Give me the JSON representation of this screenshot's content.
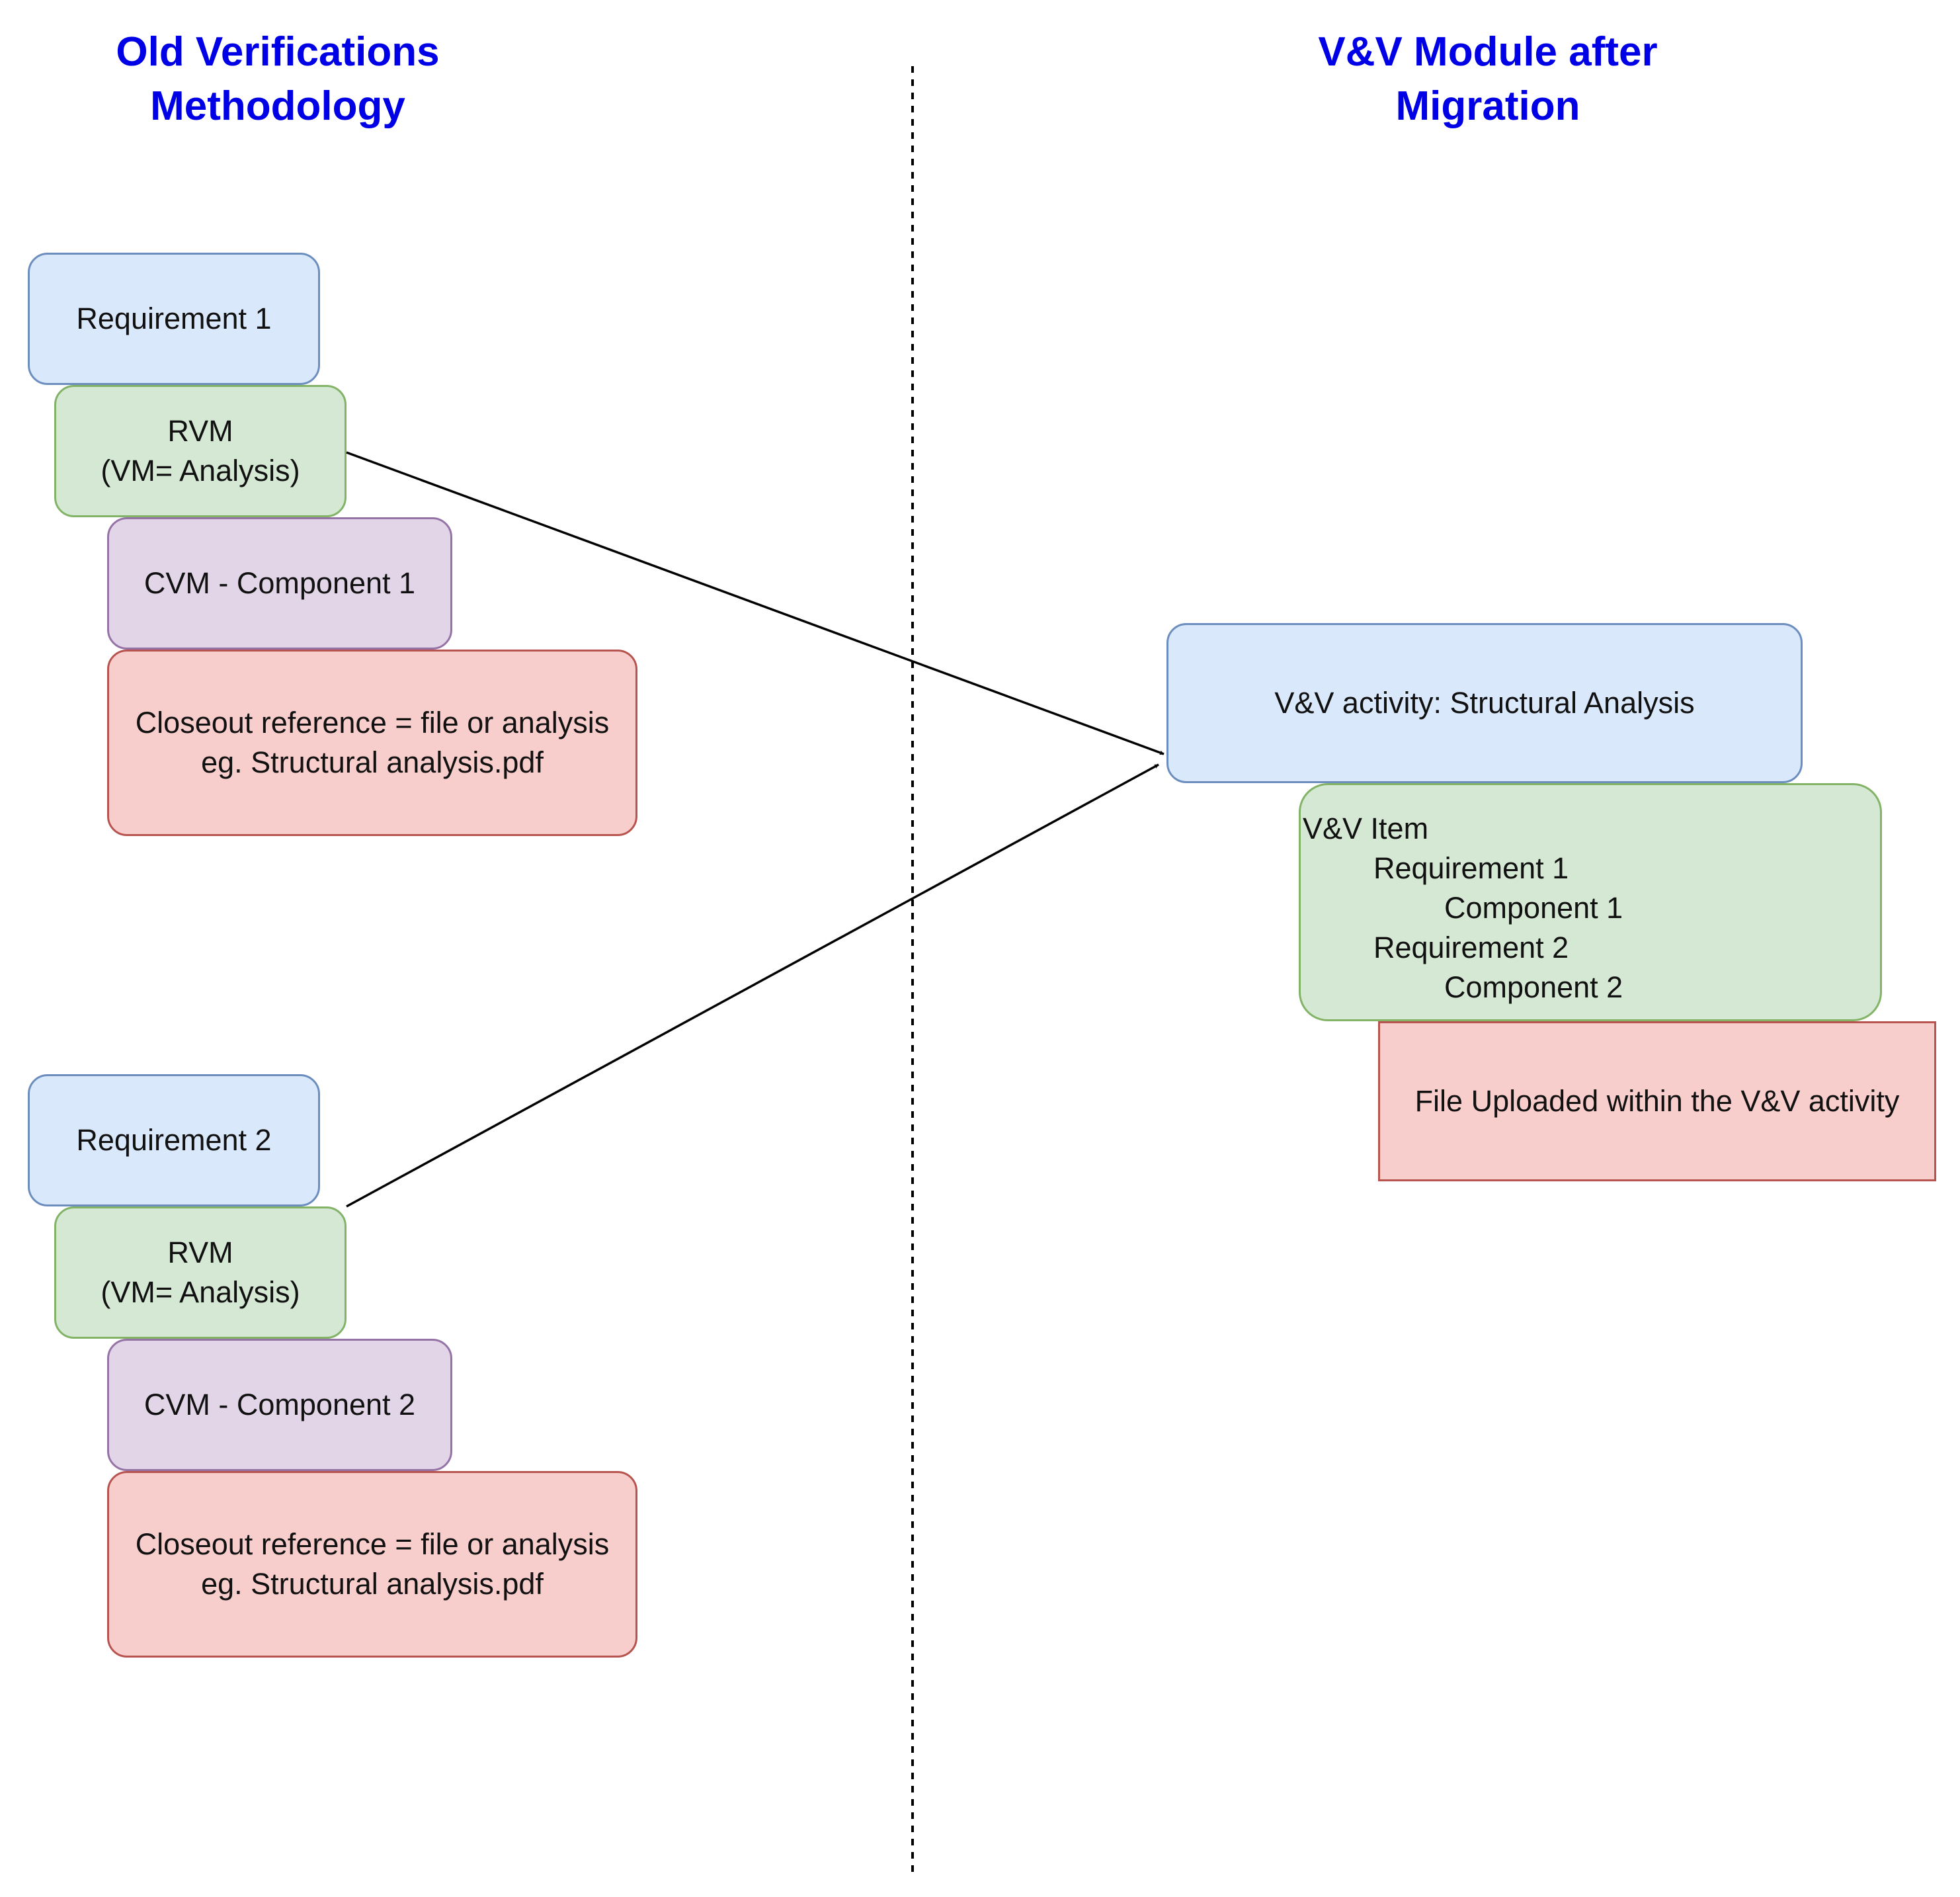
{
  "headings": {
    "left": [
      "Old Verifications",
      "Methodology"
    ],
    "right": [
      "V&V Module after",
      "Migration"
    ]
  },
  "left_group_1": {
    "requirement": "Requirement 1",
    "rvm": [
      "RVM",
      "(VM= Analysis)"
    ],
    "cvm": "CVM - Component 1",
    "closeout": [
      "Closeout reference = file or analysis",
      "eg. Structural analysis.pdf"
    ]
  },
  "left_group_2": {
    "requirement": "Requirement 2",
    "rvm": [
      "RVM",
      "(VM= Analysis)"
    ],
    "cvm": "CVM - Component 2",
    "closeout": [
      "Closeout reference = file or analysis",
      "eg. Structural analysis.pdf"
    ]
  },
  "right_group": {
    "activity": "V&V activity: Structural Analysis",
    "vv_item": {
      "title": "V&V Item",
      "requirement_1": "Requirement 1",
      "component_1": "Component 1",
      "requirement_2": "Requirement 2",
      "component_2": "Component 2"
    },
    "file": "File Uploaded within the V&V activity"
  },
  "colors": {
    "heading": "#0000e6",
    "blue_fill": "#dae8fc",
    "blue_stroke": "#6c8ebf",
    "green_fill": "#d5e8d4",
    "green_stroke": "#82b366",
    "purple_fill": "#e1d5e7",
    "purple_stroke": "#9673a6",
    "red_fill": "#f8cecc",
    "red_stroke": "#b85450"
  }
}
